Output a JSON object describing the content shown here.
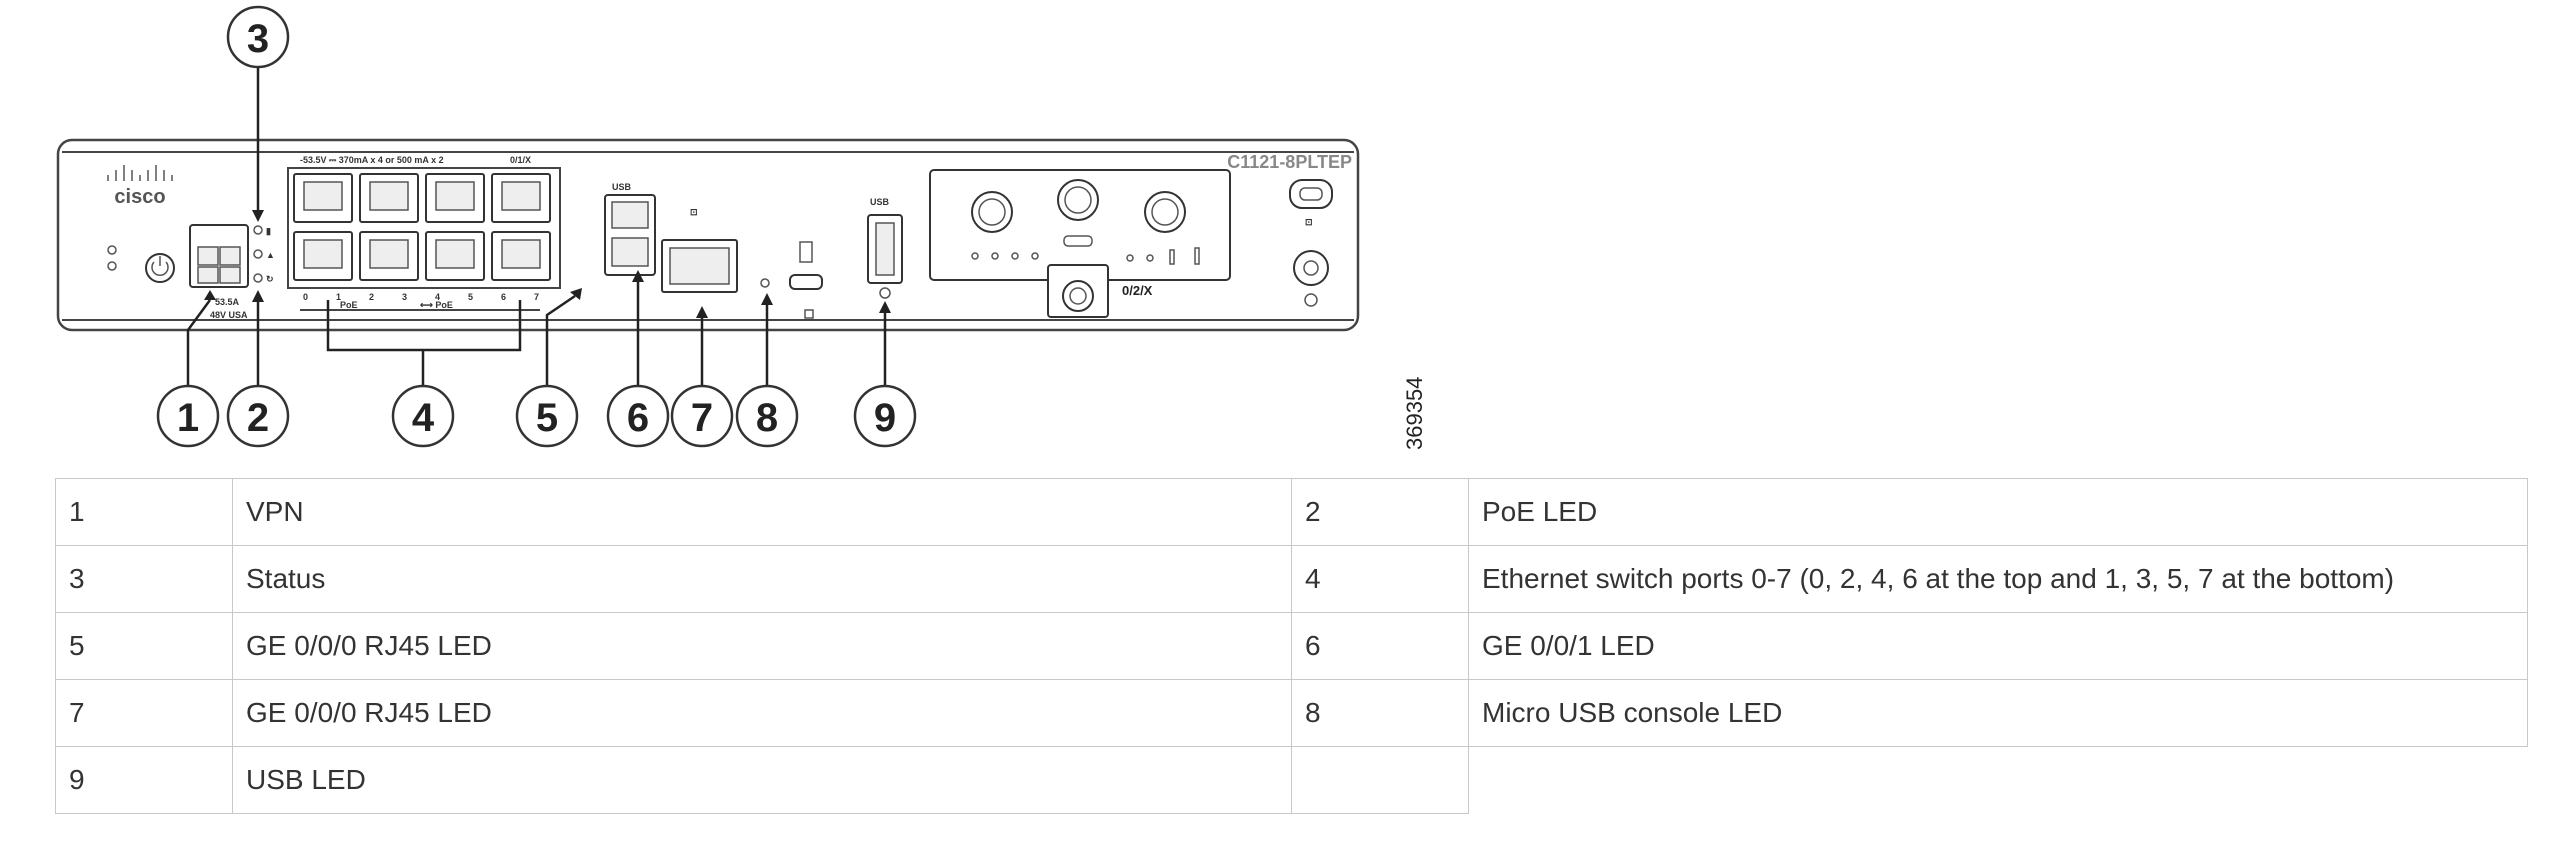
{
  "diagram": {
    "figure_id": "369354",
    "model_label": "C1121-8PLTEP",
    "brand": "cisco",
    "poe_spec": "-53.5V ⎓ 370mA x 4 or 500 mA x 2",
    "port_group_label": "0/1/X",
    "module_label": "0/2/X",
    "port_numbers": [
      "0",
      "1",
      "2",
      "3",
      "4",
      "5",
      "6",
      "7"
    ],
    "callouts": [
      "1",
      "2",
      "3",
      "4",
      "5",
      "6",
      "7",
      "8",
      "9"
    ]
  },
  "legend": {
    "rows": [
      [
        {
          "num": "1",
          "desc": "VPN"
        },
        {
          "num": "2",
          "desc": "PoE LED"
        }
      ],
      [
        {
          "num": "3",
          "desc": "Status"
        },
        {
          "num": "4",
          "desc": "Ethernet switch ports 0-7 (0, 2, 4, 6 at the top and 1, 3, 5, 7 at the bottom)"
        }
      ],
      [
        {
          "num": "5",
          "desc": "GE 0/0/0 RJ45 LED"
        },
        {
          "num": "6",
          "desc": "GE 0/0/1 LED"
        }
      ],
      [
        {
          "num": "7",
          "desc": "GE 0/0/0 RJ45 LED"
        },
        {
          "num": "8",
          "desc": "Micro USB console LED"
        }
      ],
      [
        {
          "num": "9",
          "desc": "USB LED"
        },
        {
          "num": "",
          "desc": ""
        }
      ]
    ]
  }
}
